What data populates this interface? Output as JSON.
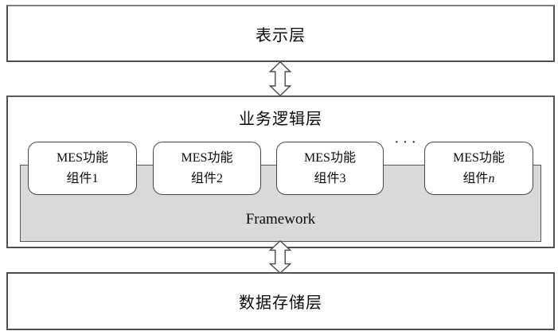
{
  "layers": {
    "presentation": {
      "label": "表示层"
    },
    "business": {
      "label": "业务逻辑层",
      "framework_label": "Framework",
      "components": [
        {
          "line1": "MES功能",
          "line2_prefix": "组件",
          "line2_suffix": "1"
        },
        {
          "line1": "MES功能",
          "line2_prefix": "组件",
          "line2_suffix": "2"
        },
        {
          "line1": "MES功能",
          "line2_prefix": "组件",
          "line2_suffix": "3"
        },
        {
          "line1": "MES功能",
          "line2_prefix": "组件",
          "line2_suffix": "n"
        }
      ],
      "ellipsis": "···"
    },
    "data_storage": {
      "label": "数据存储层"
    }
  },
  "colors": {
    "framework_fill": "#d9d9d9",
    "box_border": "#4f4f4f",
    "background": "#ffffff"
  }
}
